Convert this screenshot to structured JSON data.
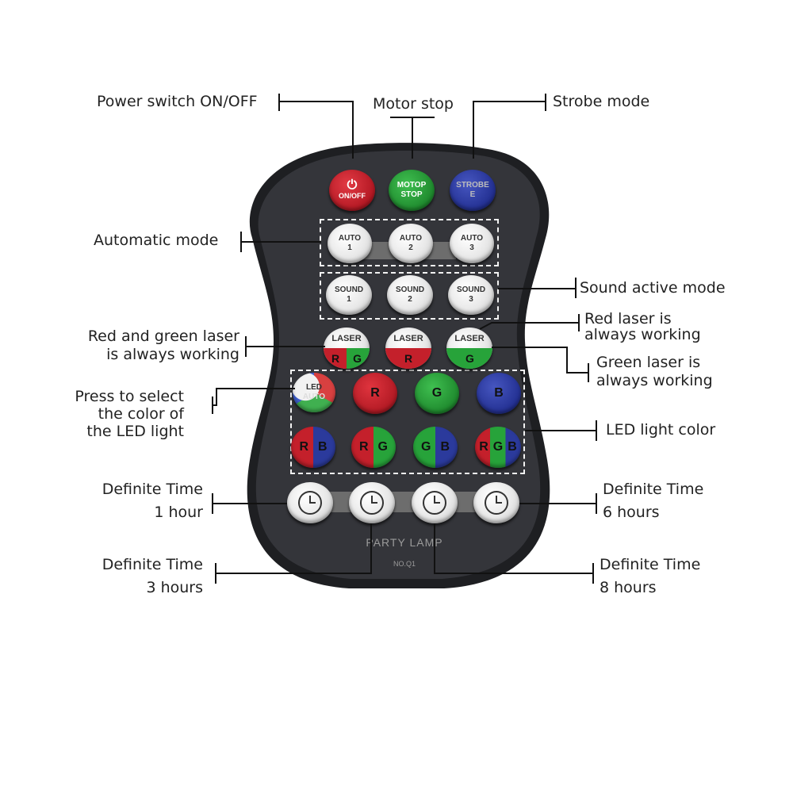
{
  "labels": {
    "power": "Power switch ON/OFF",
    "motor": "Motor stop",
    "strobe": "Strobe mode",
    "automatic": "Automatic mode",
    "sound": "Sound active mode",
    "rg_laser_1": "Red and green laser",
    "rg_laser_2": "is always working",
    "red_laser_1": "Red  laser is",
    "red_laser_2": "always working",
    "green_laser_1": "Green laser is",
    "green_laser_2": "always working",
    "press_1": "Press to select",
    "press_2": "the color of",
    "press_3": "the LED light",
    "led_color": "LED light color",
    "time1_1": "Definite Time",
    "time1_2": "1 hour",
    "time6_1": "Definite Time",
    "time6_2": "6 hours",
    "time3_1": "Definite Time",
    "time3_2": "3 hours",
    "time8_1": "Definite Time",
    "time8_2": "8 hours"
  },
  "remote": {
    "onoff": "ON/OFF",
    "motop_1": "MOTOP",
    "motop_2": "STOP",
    "strobe_1": "STROBE",
    "strobe_2": "E",
    "auto": [
      "AUTO",
      "1",
      "2",
      "3"
    ],
    "sound": [
      "SOUND",
      "1",
      "2",
      "3"
    ],
    "laser": "LASER",
    "laser_rg_r": "R",
    "laser_rg_g": "G",
    "laser_r": "R",
    "laser_g": "G",
    "led_1": "LED",
    "led_2": "AUTO",
    "row_r": "R",
    "row_g": "G",
    "row_b": "B",
    "rb_r": "R",
    "rb_b": "B",
    "rg_r": "R",
    "rg_g": "G",
    "gb_g": "G",
    "gb_b": "B",
    "rgb_r": "R",
    "rgb_g": "G",
    "rgb_b": "B",
    "brand": "PARTY  LAMP",
    "model": "NO.Q1"
  },
  "colors": {
    "body": "#2c2d31",
    "red": "#c4202b",
    "green": "#27a33a",
    "blue": "#2b3a9c"
  }
}
